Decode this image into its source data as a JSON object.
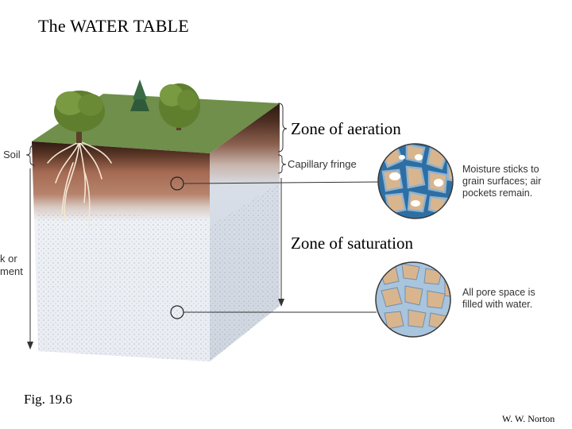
{
  "title": "The WATER TABLE",
  "zones": {
    "aeration": "Zone of aeration",
    "saturation": "Zone of saturation"
  },
  "labels": {
    "soil": "Soil",
    "capillary_fringe": "Capillary fringe",
    "rock_partial_1": "k or",
    "rock_partial_2": "ment"
  },
  "callouts": {
    "aeration_note": "Moisture sticks to\ngrain surfaces; air\npockets remain.",
    "saturation_note": "All pore space is\nfilled with water."
  },
  "caption": "Fig. 19.6",
  "credit": "W. W. Norton",
  "colors": {
    "grass": "#6f8f4a",
    "topsoil": "#3a2418",
    "soil_brown": "#a76f57",
    "saturated": "#e8edf3",
    "water": "#a9c4dd",
    "grain": "#d9b58e"
  }
}
